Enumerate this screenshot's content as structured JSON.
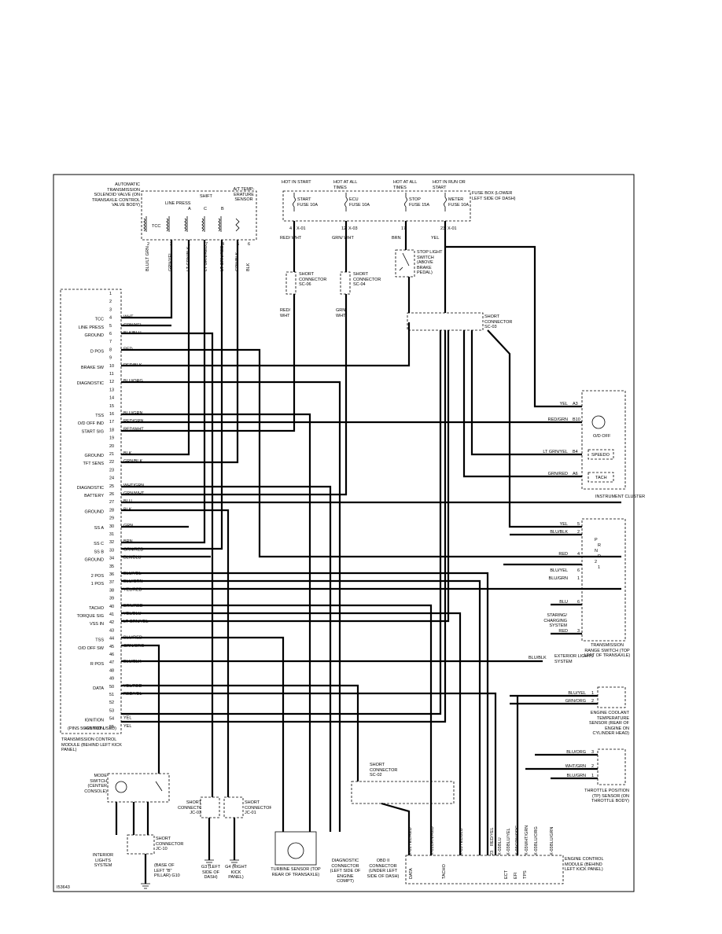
{
  "figure_id": "I53643",
  "tcm": {
    "title": "TRANSMISSION CONTROL MODULE (BEHIND LEFT KICK PANEL)",
    "note": "(PINS 56-60 NOT USED)",
    "pins": [
      {
        "n": "1",
        "label": "",
        "wire": ""
      },
      {
        "n": "2",
        "label": "",
        "wire": ""
      },
      {
        "n": "3",
        "label": "",
        "wire": ""
      },
      {
        "n": "4",
        "label": "TCC",
        "wire": "WHT"
      },
      {
        "n": "5",
        "label": "LINE PRESS",
        "wire": "GRN/YEL"
      },
      {
        "n": "6",
        "label": "GROUND",
        "wire": "BLK/BLU"
      },
      {
        "n": "7",
        "label": "",
        "wire": ""
      },
      {
        "n": "8",
        "label": "D POS",
        "wire": "RED"
      },
      {
        "n": "9",
        "label": "",
        "wire": ""
      },
      {
        "n": "10",
        "label": "BRAKE SW",
        "wire": "RED/BLK"
      },
      {
        "n": "11",
        "label": "",
        "wire": ""
      },
      {
        "n": "12",
        "label": "DIAGNOSTIC",
        "wire": "BLU/ORG"
      },
      {
        "n": "13",
        "label": "",
        "wire": ""
      },
      {
        "n": "14",
        "label": "",
        "wire": ""
      },
      {
        "n": "15",
        "label": "",
        "wire": ""
      },
      {
        "n": "16",
        "label": "TSS",
        "wire": "BLU/GRN"
      },
      {
        "n": "17",
        "label": "O/D OFF IND",
        "wire": "RED/GRN"
      },
      {
        "n": "18",
        "label": "START SIG",
        "wire": "RED/WHT"
      },
      {
        "n": "19",
        "label": "",
        "wire": ""
      },
      {
        "n": "20",
        "label": "",
        "wire": ""
      },
      {
        "n": "21",
        "label": "GROUND",
        "wire": "BLK"
      },
      {
        "n": "22",
        "label": "TFT SENS",
        "wire": "GRN/BLK"
      },
      {
        "n": "23",
        "label": "",
        "wire": ""
      },
      {
        "n": "24",
        "label": "",
        "wire": ""
      },
      {
        "n": "25",
        "label": "DIAGNOSTIC",
        "wire": "WHT/GRN"
      },
      {
        "n": "26",
        "label": "BATTERY",
        "wire": "GRN/WHT"
      },
      {
        "n": "27",
        "label": "",
        "wire": "BLU"
      },
      {
        "n": "28",
        "label": "GROUND",
        "wire": "BLK"
      },
      {
        "n": "29",
        "label": "",
        "wire": ""
      },
      {
        "n": "30",
        "label": "SS A",
        "wire": "GRN"
      },
      {
        "n": "31",
        "label": "",
        "wire": ""
      },
      {
        "n": "32",
        "label": "SS C",
        "wire": "BRN"
      },
      {
        "n": "33",
        "label": "SS B",
        "wire": "GRN/RED"
      },
      {
        "n": "34",
        "label": "GROUND",
        "wire": "BLK/BLU"
      },
      {
        "n": "35",
        "label": "",
        "wire": ""
      },
      {
        "n": "36",
        "label": "2 POS",
        "wire": "BLU/YEL"
      },
      {
        "n": "37",
        "label": "1 POS",
        "wire": "BLU/GRN"
      },
      {
        "n": "38",
        "label": "",
        "wire": "YEL/RED"
      },
      {
        "n": "39",
        "label": "",
        "wire": ""
      },
      {
        "n": "40",
        "label": "TACHO",
        "wire": "BRN/RED"
      },
      {
        "n": "41",
        "label": "TORQUE SIG",
        "wire": "YEL/BLU"
      },
      {
        "n": "42",
        "label": "VSS IN",
        "wire": "LT GRN/YEL"
      },
      {
        "n": "43",
        "label": "",
        "wire": ""
      },
      {
        "n": "44",
        "label": "TSS",
        "wire": "BLU/RED"
      },
      {
        "n": "45",
        "label": "O/D OFF SW",
        "wire": "GRN/ORG"
      },
      {
        "n": "46",
        "label": "",
        "wire": ""
      },
      {
        "n": "47",
        "label": "R POS",
        "wire": "BLU/BLK"
      },
      {
        "n": "48",
        "label": "",
        "wire": ""
      },
      {
        "n": "49",
        "label": "",
        "wire": ""
      },
      {
        "n": "50",
        "label": "DATA",
        "wire": "YEL/RED"
      },
      {
        "n": "51",
        "label": "",
        "wire": "RED/YEL"
      },
      {
        "n": "52",
        "label": "",
        "wire": ""
      },
      {
        "n": "53",
        "label": "",
        "wire": ""
      },
      {
        "n": "54",
        "label": "IGNITION",
        "wire": "YEL"
      },
      {
        "n": "55",
        "label": "IGNITION",
        "wire": "YEL"
      }
    ]
  },
  "solenoid": {
    "title": "AUTOMATIC TRANSMISSION SOLENOID VALVE (ON TRANSAXLE CONTROL VALVE BODY)",
    "line_press": "LINE PRESS",
    "shift": "SHIFT",
    "shift_a": "A",
    "shift_c": "C",
    "shift_b": "B",
    "at_temp": "A/T TEMP- ERATURE SENSOR",
    "tcc": "TCC",
    "wires": [
      "BLU/LT GRN",
      "GRN/YEL",
      "LT GRN/BLK",
      "LT GRN/RED",
      "LT GRN/RED",
      "GRN/BLK",
      "BLK"
    ],
    "pins": [
      "2",
      "3",
      "1",
      "7",
      "4",
      "5",
      "6"
    ]
  },
  "fuses": [
    {
      "hot": "HOT IN START",
      "name": "START FUSE 10A",
      "pin": "4",
      "conn": "X-01",
      "wire": "RED/ WHT"
    },
    {
      "hot": "HOT AT ALL TIMES",
      "name": "ECU FUSE 10A",
      "pin": "12",
      "conn": "X-03",
      "wire": "GRN/ WHT"
    },
    {
      "hot": "HOT AT ALL TIMES",
      "name": "STOP FUSE 15A",
      "pin": "17",
      "conn": "",
      "wire": "BRN"
    },
    {
      "hot": "HOT IN RUN OR START",
      "name": "METER FUSE 10A",
      "pin": "23",
      "conn": "X-01",
      "wire": "YEL"
    }
  ],
  "fuse_box": "FUSE BOX (LOWER LEFT SIDE OF DASH)",
  "sc06": "SHORT CONNECTOR SC-06",
  "sc04": "SHORT CONNECTOR SC-04",
  "sc03": "SHORT CONNECTOR SC-03",
  "sc02": "SHORT CONNECTOR SC-02",
  "stop_switch": "STOP LIGHT SWITCH (ABOVE BRAKE PEDAL)",
  "cluster": {
    "title": "INSTRUMENT CLUSTER",
    "od_off": "O/D OFF",
    "speedo": "SPEEDO",
    "tach": "TACH",
    "rows": [
      {
        "wire": "YEL",
        "pin": "A3"
      },
      {
        "wire": "RED/GRN",
        "pin": "B10"
      },
      {
        "wire": "LT GRN/YEL",
        "pin": "B4"
      },
      {
        "wire": "GRN/RED",
        "pin": "A6"
      }
    ]
  },
  "trs": {
    "title": "TRANSMISSION RANGE SWITCH (TOP LEFT OF TRANSAXLE)",
    "rows": [
      {
        "wire": "YEL",
        "pin": "5"
      },
      {
        "wire": "BLU/BLK",
        "pin": "2"
      },
      {
        "wire": "RED",
        "pin": "4"
      },
      {
        "wire": "BLU/YEL",
        "pin": "6"
      },
      {
        "wire": "BLU/GRN",
        "pin": "1"
      },
      {
        "wire": "BLU",
        "pin": "6"
      },
      {
        "wire": "RED",
        "pin": "3"
      }
    ],
    "positions": [
      "P",
      "R",
      "N",
      "D",
      "2",
      "1"
    ],
    "starting": "STARING/ CHARGING SYSTEM"
  },
  "exterior": {
    "wire": "BLU/BLK",
    "label": "EXTERIOR LIGHTS SYSTEM"
  },
  "ect": {
    "title": "ENGINE COOLANT TEMPERATURE SENSOR (REAR OF ENGINE ON CYLINDER HEAD)",
    "rows": [
      {
        "wire": "BLU/YEL",
        "pin": "1"
      },
      {
        "wire": "GRN/ORG",
        "pin": "2"
      }
    ]
  },
  "tps": {
    "title": "THROTTLE POSITION (TP) SENSOR (ON THROTTLE BODY)",
    "rows": [
      {
        "wire": "BLU/ORG",
        "pin": "3"
      },
      {
        "wire": "WHT/GRN",
        "pin": "2"
      },
      {
        "wire": "BLU/GRN",
        "pin": "1"
      }
    ]
  },
  "ecm": {
    "title": "ENGINE CONTROL MODULE (BEHIND LEFT KICK PANEL)",
    "labels": [
      "DATA",
      "TACHO",
      "ECT",
      "EFI",
      "TPS"
    ],
    "wires": [
      "YEL/RED",
      "BRN/RED",
      "YEL/BLU",
      "RED/YEL",
      "BLU",
      "BLU/YEL",
      "GRN/ORG",
      "WHT/GRN",
      "BLU/ORG",
      "BLU/GRN"
    ],
    "pins": [
      "X-01",
      "X-01",
      "X-03",
      "23",
      "X-03",
      "X-03",
      "X-03",
      "X-03",
      "X-03",
      "X-03"
    ]
  },
  "mode_switch": "MODE SWITCH (CENTER CONSOLE)",
  "interior": "INTERIOR LIGHTS SYSTEM",
  "sc10": "SHORT CONNECTOR JC-10",
  "g10": "(BASE OF LEFT \"B\" PILLAR) G10",
  "jc03": "SHORT CONNECTOR JC-03",
  "jc01": "SHORT CONNECTOR JC-01",
  "g3": "G3 (LEFT SIDE OF DASH)",
  "g4": "G4 (RIGHT KICK PANEL)",
  "turbine": "TURBINE SENSOR (TOP REAR OF TRANSAXLE)",
  "dlc": "DIAGNOSTIC CONNECTOR (LEFT SIDE OF ENGINE COMPT)",
  "obd": "OBD II CONNECTOR (UNDER LEFT SIDE OF DASH)"
}
